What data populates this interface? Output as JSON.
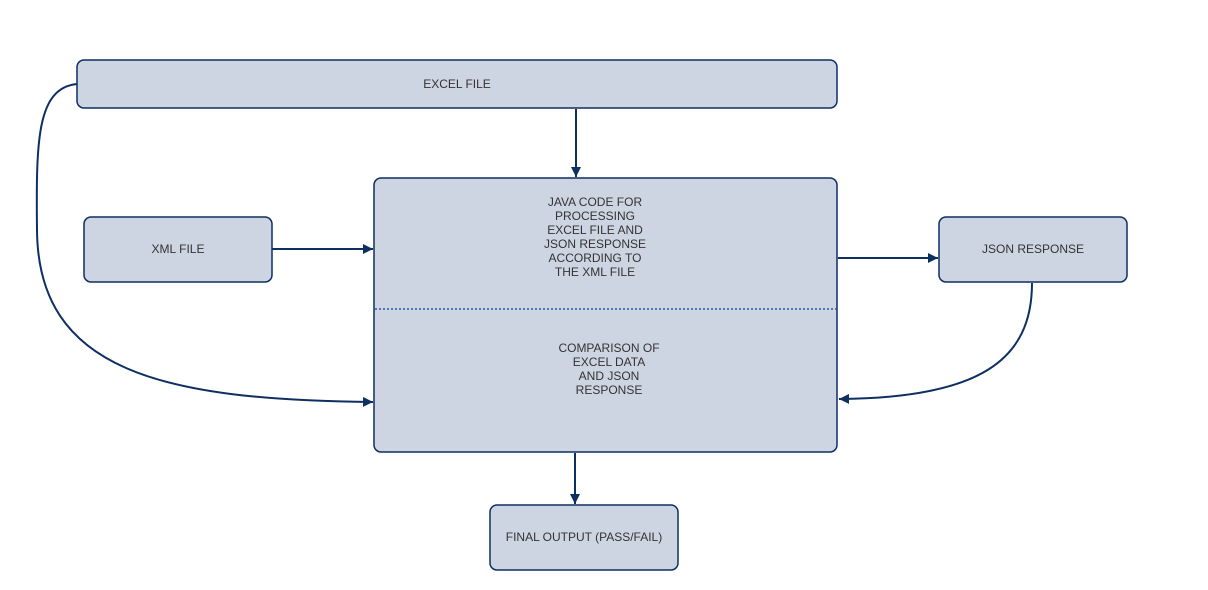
{
  "diagram": {
    "colors": {
      "box_fill": "#cdd5e2",
      "box_stroke": "#0e2f62",
      "arrow": "#0e2f62",
      "divider": "#4f77b5",
      "text": "#333333"
    },
    "nodes": {
      "excel_file": {
        "label": "EXCEL FILE"
      },
      "xml_file": {
        "label": "XML FILE"
      },
      "json_response": {
        "label": "JSON RESPONSE"
      },
      "java_code": {
        "lines": [
          "JAVA CODE FOR",
          "PROCESSING",
          "EXCEL FILE AND",
          "JSON RESPONSE",
          "ACCORDING TO",
          "THE XML FILE"
        ]
      },
      "comparison": {
        "lines": [
          "COMPARISON OF",
          "EXCEL DATA",
          "AND JSON",
          "RESPONSE"
        ]
      },
      "final_output": {
        "label": "FINAL OUTPUT (PASS/FAIL)"
      }
    },
    "edges": [
      {
        "from": "excel_file",
        "to": "java_code"
      },
      {
        "from": "xml_file",
        "to": "java_code"
      },
      {
        "from": "java_code",
        "to": "json_response"
      },
      {
        "from": "json_response",
        "to": "comparison"
      },
      {
        "from": "excel_file",
        "to": "comparison"
      },
      {
        "from": "comparison",
        "to": "final_output"
      }
    ]
  }
}
